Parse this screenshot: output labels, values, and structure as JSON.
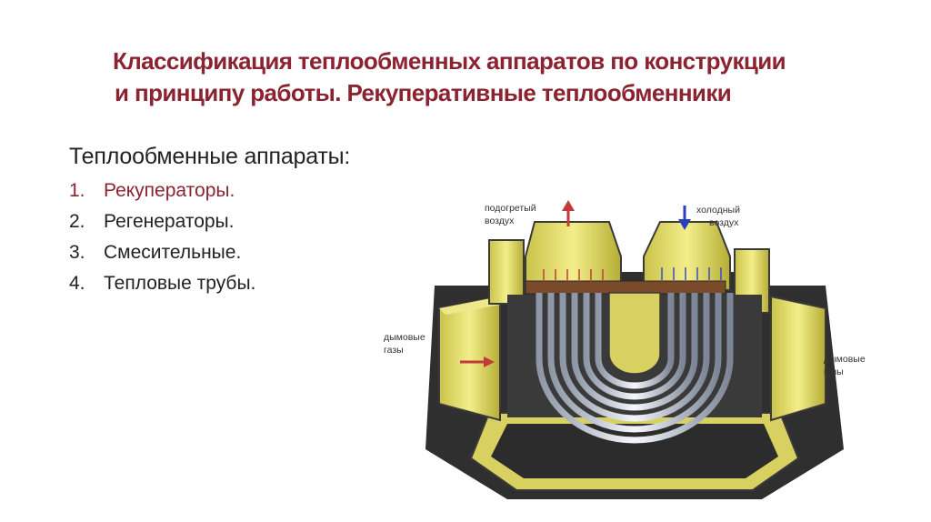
{
  "slide": {
    "title_line1": "Классификация теплообменных аппаратов по конструкции",
    "title_line2": "и принципу работы. Рекуперативные теплообменники",
    "subtitle": "Теплообменные аппараты:",
    "list": [
      {
        "num": "1.",
        "text": "Рекуператоры."
      },
      {
        "num": "2.",
        "text": "Регенераторы."
      },
      {
        "num": "3.",
        "text": "Смесительные."
      },
      {
        "num": "4.",
        "text": "Тепловые трубы."
      }
    ],
    "accent_color": "#8b2330"
  },
  "diagram": {
    "labels": {
      "heated_air_1": "подогретый",
      "heated_air_2": "воздух",
      "cold_air_1": "холодный",
      "cold_air_2": "воздух",
      "flue_in_1": "дымовые",
      "flue_in_2": "газы",
      "flue_out_1": "дымовые",
      "flue_out_2": "газы"
    }
  }
}
